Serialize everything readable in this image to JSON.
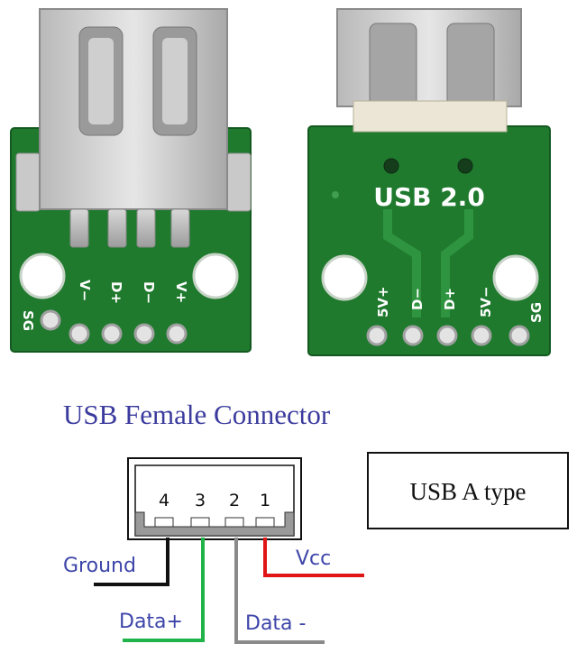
{
  "left_board": {
    "pin_labels": [
      "SG",
      "V−",
      "D+",
      "D−",
      "V+"
    ]
  },
  "right_board": {
    "title": "USB 2.0",
    "pin_labels": [
      "5V+",
      "D−",
      "D+",
      "5V−",
      "SG"
    ]
  },
  "diagram": {
    "heading": "USB Female Connector",
    "type_label": "USB A type",
    "pins": [
      "4",
      "3",
      "2",
      "1"
    ],
    "wires": {
      "ground": "Ground",
      "data_plus": "Data+",
      "data_minus": "Data -",
      "vcc": "Vcc"
    }
  },
  "colors": {
    "pcb_green": "#1f7a2e",
    "heading_blue": "#3b3b9e",
    "label_blue": "#3d45a8",
    "wire_black": "#111111",
    "wire_green": "#1fb34a",
    "wire_gray": "#8a8a8a",
    "wire_red": "#e01515"
  }
}
